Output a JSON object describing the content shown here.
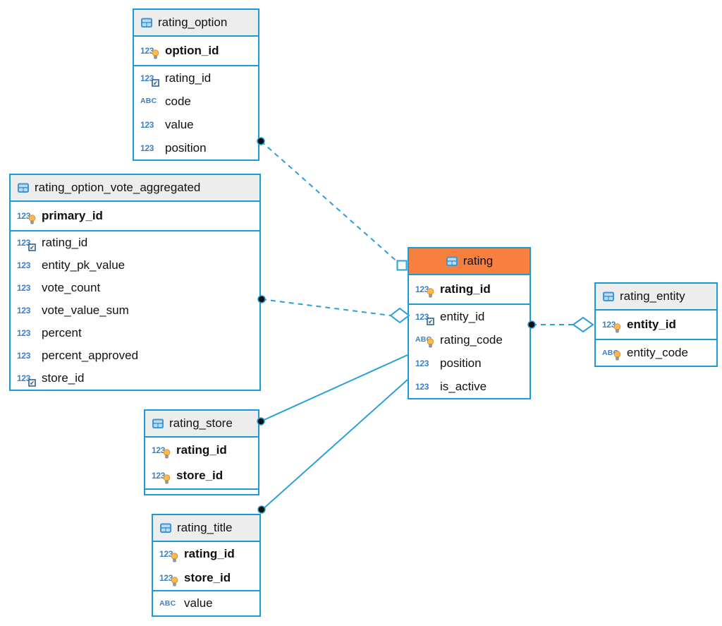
{
  "diagram": {
    "type": "entity-relationship-diagram",
    "tables": [
      {
        "name": "rating_option",
        "rows": [
          {
            "name": "option_id",
            "icon": "123",
            "key": "primary"
          },
          {
            "name": "rating_id",
            "icon": "123",
            "key": "foreign"
          },
          {
            "name": "code",
            "icon": "ABC",
            "key": "none"
          },
          {
            "name": "value",
            "icon": "123",
            "key": "none"
          },
          {
            "name": "position",
            "icon": "123",
            "key": "none"
          }
        ]
      },
      {
        "name": "rating_option_vote_aggregated",
        "rows": [
          {
            "name": "primary_id",
            "icon": "123",
            "key": "primary"
          },
          {
            "name": "rating_id",
            "icon": "123",
            "key": "foreign"
          },
          {
            "name": "entity_pk_value",
            "icon": "123",
            "key": "none"
          },
          {
            "name": "vote_count",
            "icon": "123",
            "key": "none"
          },
          {
            "name": "vote_value_sum",
            "icon": "123",
            "key": "none"
          },
          {
            "name": "percent",
            "icon": "123",
            "key": "none"
          },
          {
            "name": "percent_approved",
            "icon": "123",
            "key": "none"
          },
          {
            "name": "store_id",
            "icon": "123",
            "key": "foreign"
          }
        ]
      },
      {
        "name": "rating",
        "highlighted": true,
        "rows": [
          {
            "name": "rating_id",
            "icon": "123",
            "key": "primary"
          },
          {
            "name": "entity_id",
            "icon": "123",
            "key": "foreign"
          },
          {
            "name": "rating_code",
            "icon": "ABC",
            "key": "unique"
          },
          {
            "name": "position",
            "icon": "123",
            "key": "none"
          },
          {
            "name": "is_active",
            "icon": "123",
            "key": "none"
          }
        ]
      },
      {
        "name": "rating_entity",
        "rows": [
          {
            "name": "entity_id",
            "icon": "123",
            "key": "primary"
          },
          {
            "name": "entity_code",
            "icon": "ABC",
            "key": "unique"
          }
        ]
      },
      {
        "name": "rating_store",
        "rows": [
          {
            "name": "rating_id",
            "icon": "123",
            "key": "primary"
          },
          {
            "name": "store_id",
            "icon": "123",
            "key": "primary"
          }
        ]
      },
      {
        "name": "rating_title",
        "rows": [
          {
            "name": "rating_id",
            "icon": "123",
            "key": "primary"
          },
          {
            "name": "store_id",
            "icon": "123",
            "key": "primary"
          },
          {
            "name": "value",
            "icon": "ABC",
            "key": "none"
          }
        ]
      }
    ],
    "connections": [
      {
        "from": "rating_option",
        "to": "rating",
        "line": "dashed",
        "source_marker": "dot",
        "target_marker": "open-square"
      },
      {
        "from": "rating_option_vote_aggregated",
        "to": "rating",
        "line": "dashed",
        "source_marker": "dot",
        "target_marker": "open-diamond"
      },
      {
        "from": "rating",
        "to": "rating_entity",
        "line": "dashed",
        "source_marker": "dot",
        "target_marker": "open-diamond"
      },
      {
        "from": "rating_store",
        "to": "rating",
        "line": "solid",
        "source_marker": "dot",
        "target_marker": "none"
      },
      {
        "from": "rating_title",
        "to": "rating",
        "line": "solid",
        "source_marker": "dot",
        "target_marker": "none"
      }
    ],
    "colors": {
      "table_border": "#1b9ad6",
      "header_bg": "#ededed",
      "highlight_header_bg": "#f8803f",
      "type_icon_blue": "#3b7fc4",
      "connection_line": "#2b9fd8",
      "pk_bulb": "#ffb94e",
      "fk_badge": "#2d5f93",
      "text": "#111111"
    }
  }
}
